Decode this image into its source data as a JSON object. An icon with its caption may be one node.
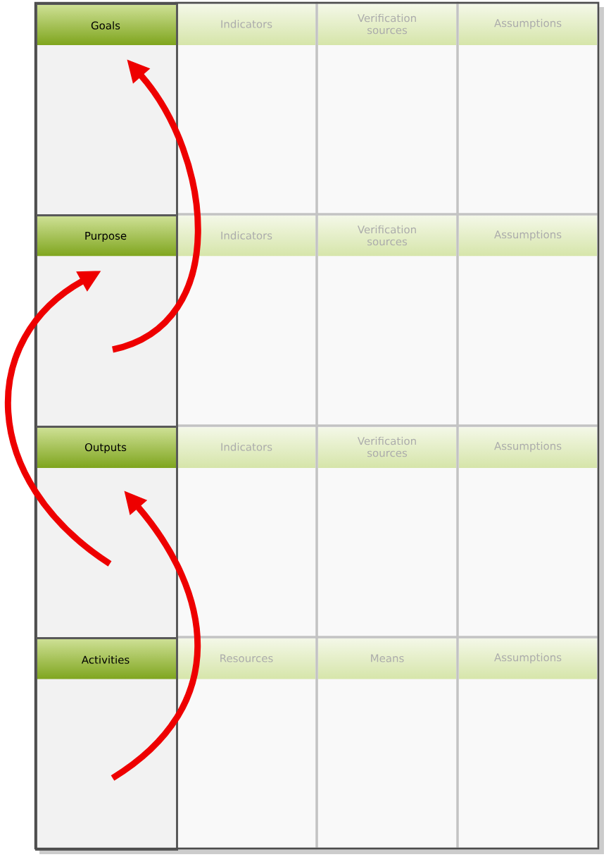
{
  "diagram": {
    "nodes": [
      {
        "text": [
          "Goals"
        ]
      },
      {
        "text": [
          "Purpose"
        ]
      },
      {
        "text": [
          "Outputs"
        ]
      },
      {
        "text": [
          "Activities"
        ]
      }
    ],
    "edges": [
      {
        "from": 1,
        "to": 0,
        "arrow": "to"
      },
      {
        "from": 2,
        "to": 1,
        "arrow": "to"
      },
      {
        "from": 3,
        "to": 2,
        "arrow": "to"
      }
    ],
    "labels": [
      "Indicators",
      "Verification sources",
      "Assumptions",
      "Indicators",
      "Verification sources",
      "Assumptions",
      "Indicators",
      "Verification sources",
      "Assumptions",
      "Resources",
      "Means",
      "Assumptions"
    ]
  }
}
